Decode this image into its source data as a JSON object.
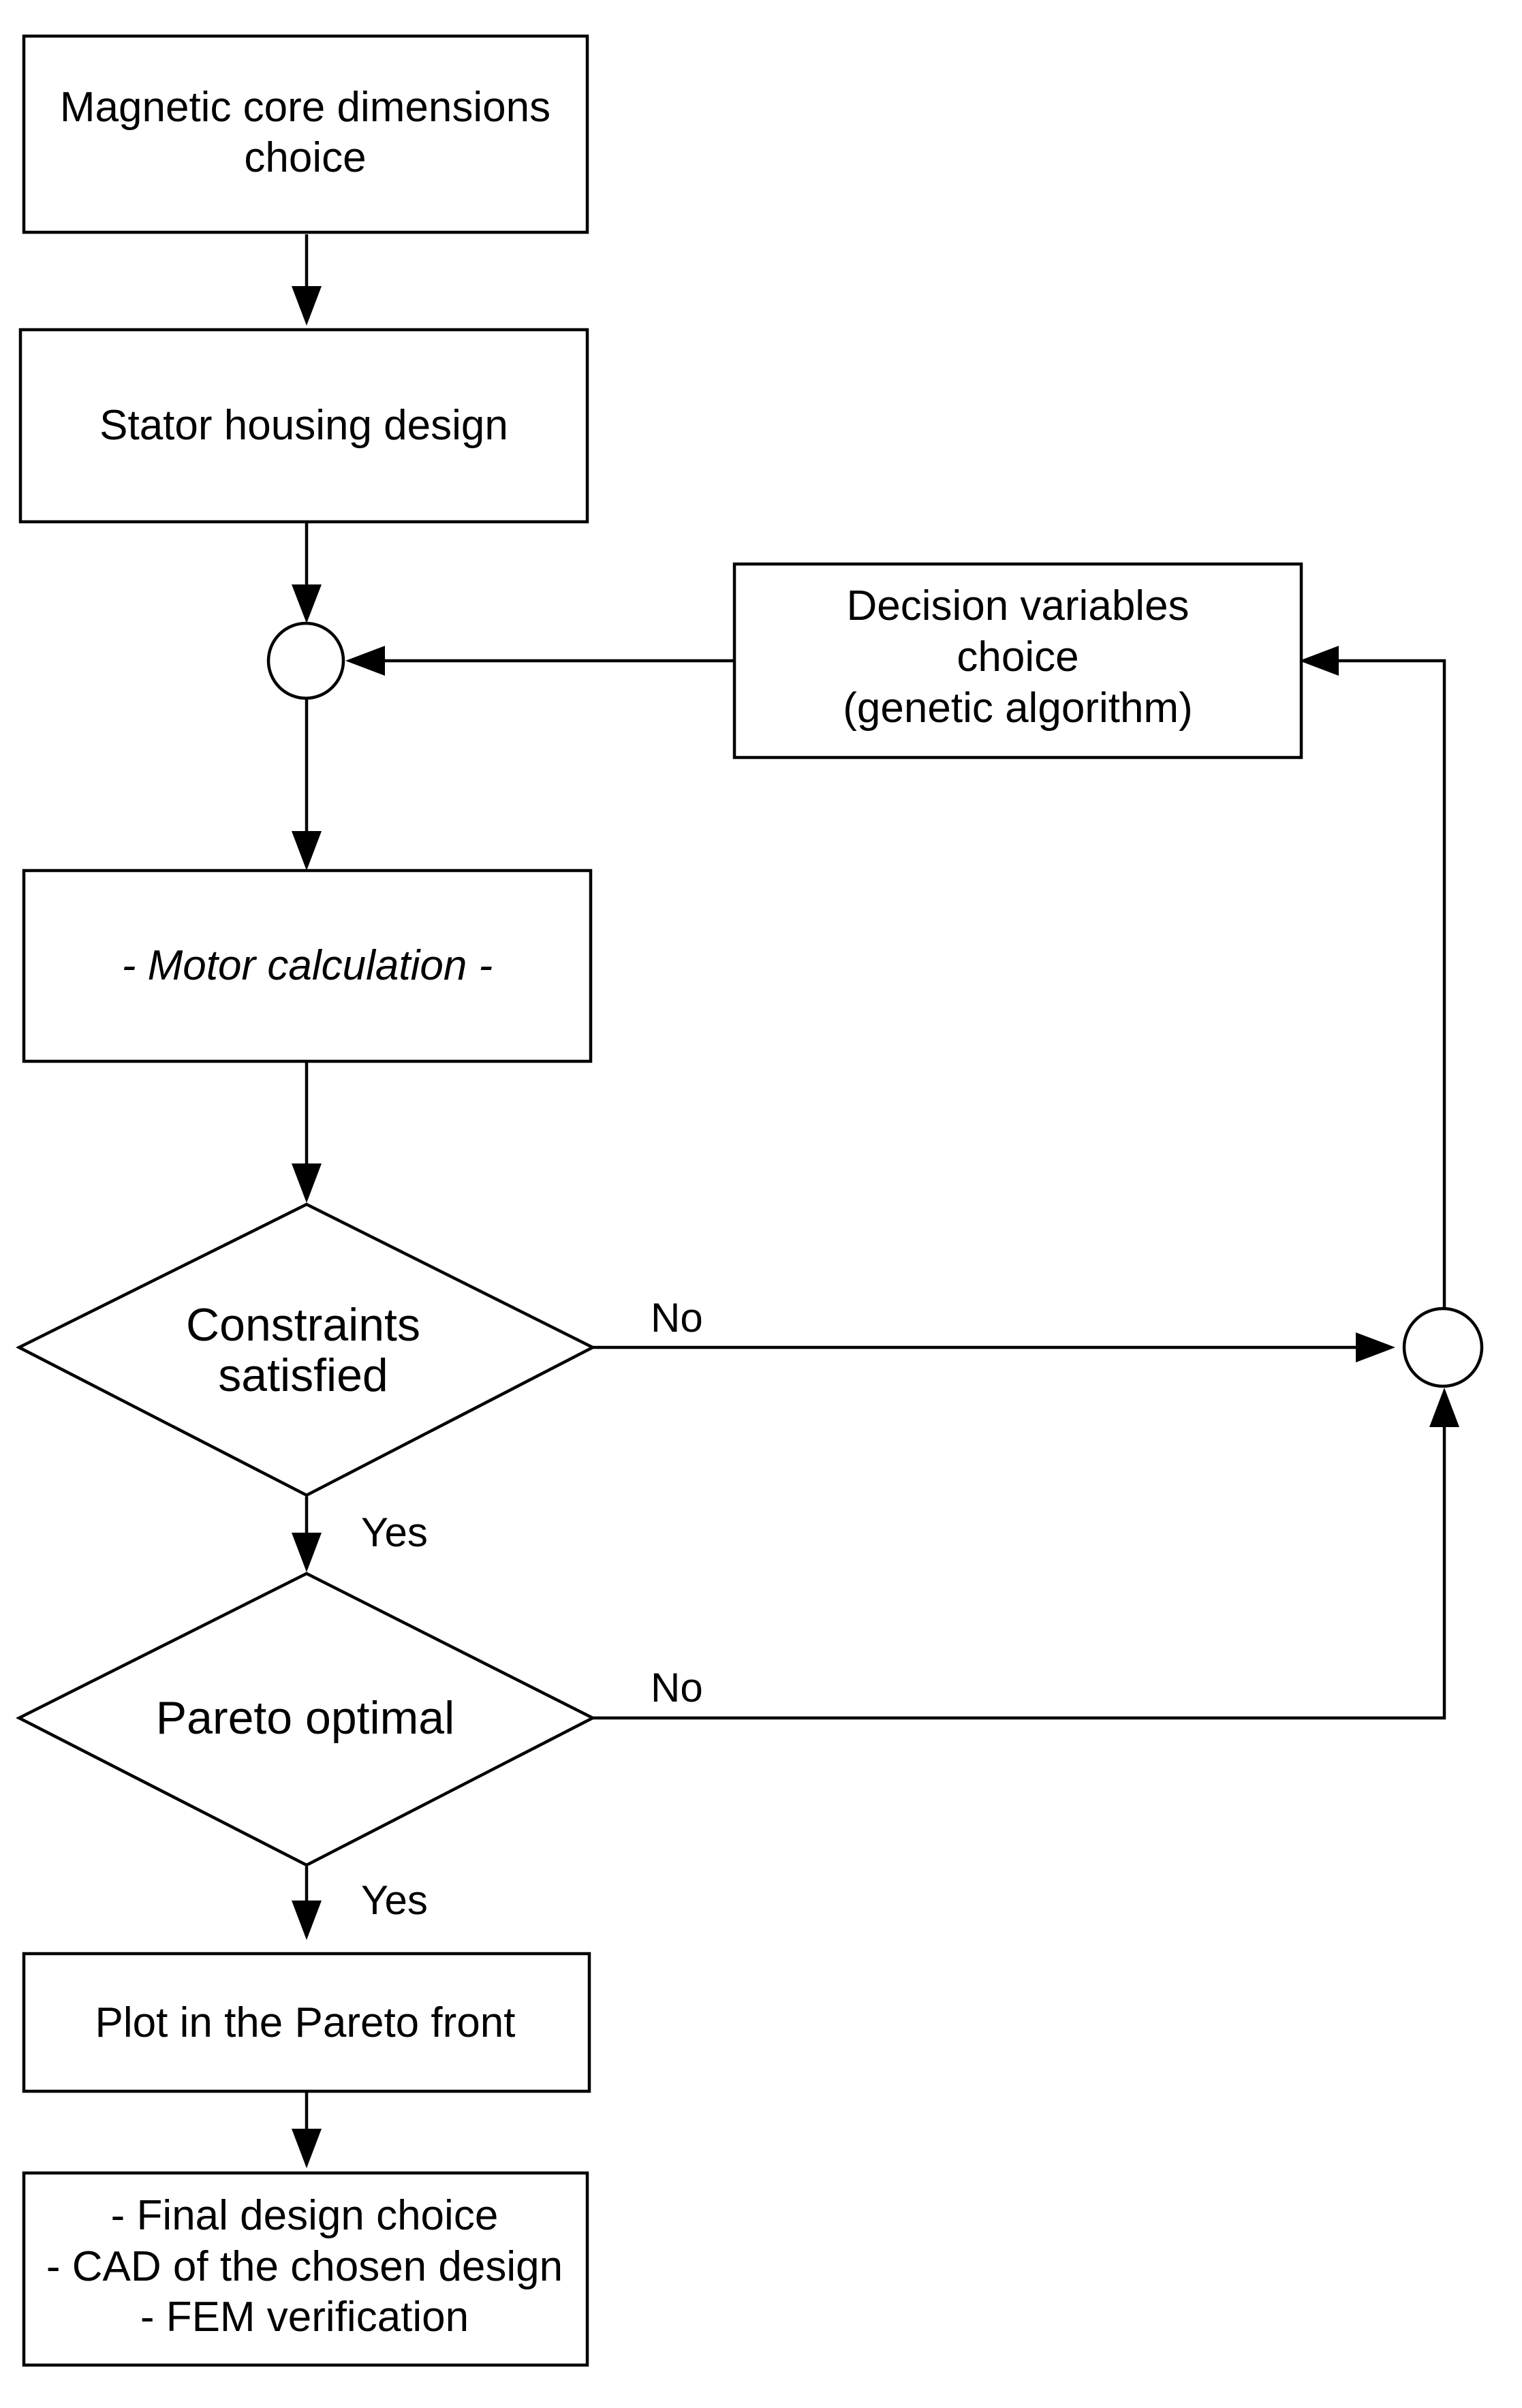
{
  "nodes": {
    "magnetic_core": {
      "line1": "Magnetic core dimensions",
      "line2": "choice"
    },
    "stator_housing": {
      "line1": "Stator housing design"
    },
    "decision_variables": {
      "line1": "Decision variables",
      "line2": "choice",
      "line3": "(genetic algorithm)"
    },
    "motor_calculation": {
      "line1": "- Motor calculation -"
    },
    "constraints": {
      "line1": "Constraints",
      "line2": "satisfied"
    },
    "pareto_optimal": {
      "line1": "Pareto optimal"
    },
    "plot_pareto": {
      "line1": "Plot in the Pareto front"
    },
    "final_design": {
      "line1": "- Final design choice",
      "line2": "- CAD of the chosen design",
      "line3": "- FEM verification"
    }
  },
  "edge_labels": {
    "constraints_no": "No",
    "constraints_yes": "Yes",
    "pareto_no": "No",
    "pareto_yes": "Yes"
  }
}
